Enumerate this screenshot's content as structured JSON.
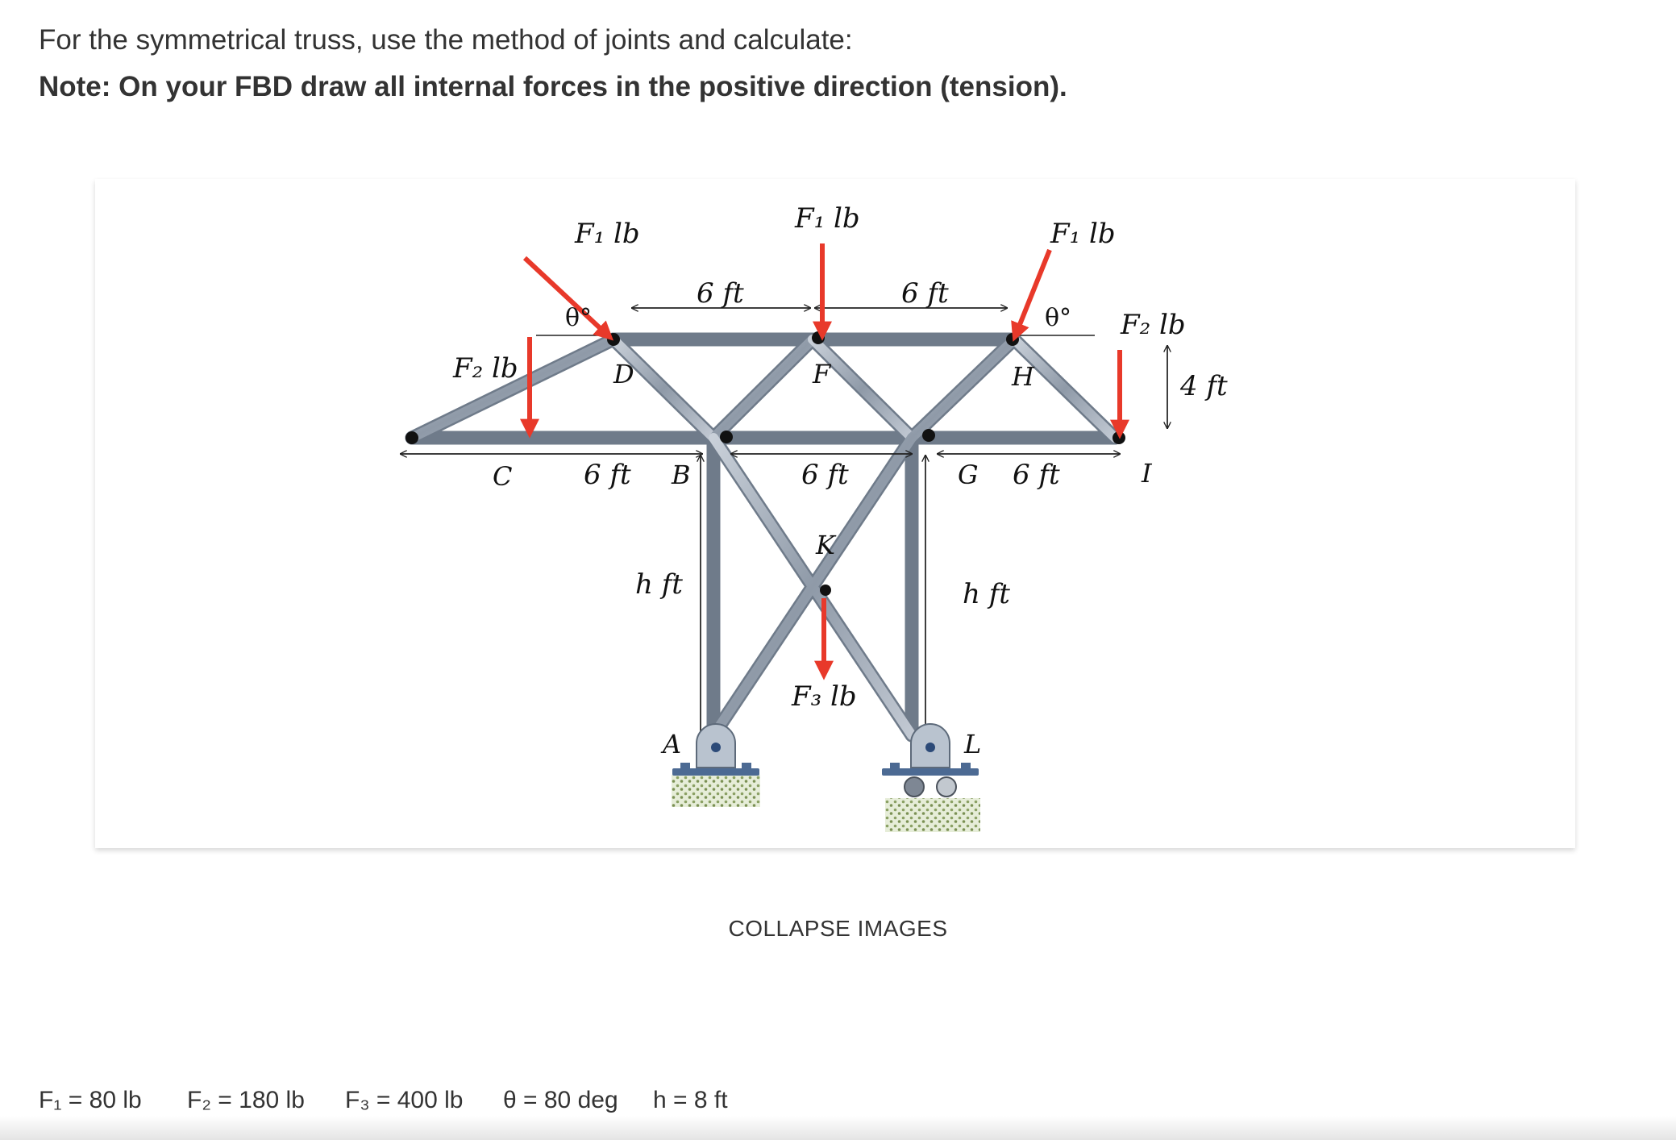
{
  "problem": {
    "intro": "For the symmetrical truss, use the method of joints and calculate:",
    "note": "Note: On your FBD draw all internal forces in the positive direction (tension)."
  },
  "figure": {
    "force_labels": {
      "f1_left": "F₁ lb",
      "f1_center": "F₁ lb",
      "f1_right": "F₁ lb",
      "f2_left": "F₂ lb",
      "f2_right": "F₂ lb",
      "f3": "F₃ lb"
    },
    "angle_labels": {
      "left": "θ°",
      "right": "θ°"
    },
    "dimensions": {
      "top_left": "6 ft",
      "top_right": "6 ft",
      "bottom_left": "6 ft",
      "bottom_middle": "6 ft",
      "bottom_right": "6 ft",
      "height_left": "h ft",
      "height_right": "h ft",
      "vertical": "4 ft"
    },
    "joints": {
      "A": "A",
      "B": "B",
      "C": "C",
      "D": "D",
      "F": "F",
      "G": "G",
      "H": "H",
      "I": "I",
      "K": "K",
      "L": "L"
    },
    "colors": {
      "load_arrow": "#e8392a",
      "member": "#8d99a8",
      "support": "#4c6a93"
    }
  },
  "collapse_label": "COLLAPSE IMAGES",
  "given": {
    "f1": "F₁ = 80 lb",
    "f2": "F₂ = 180 lb",
    "f3": "F₃ = 400 lb",
    "theta": "θ = 80 deg",
    "h": "h = 8 ft"
  }
}
